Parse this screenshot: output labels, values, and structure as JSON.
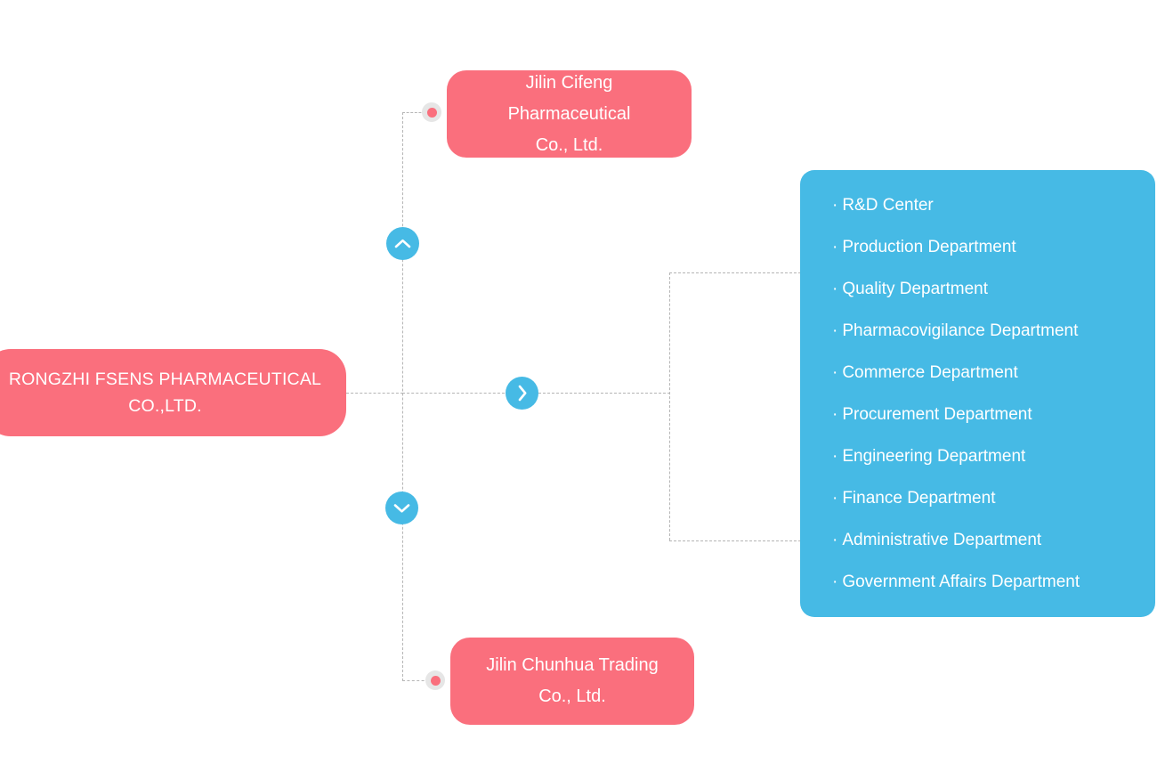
{
  "diagram": {
    "type": "organization-tree",
    "colors": {
      "node_pink": "#fa6f7d",
      "panel_blue": "#46bae5",
      "connector_gray": "#b5b5b5",
      "dot_ring_gray": "#e6e6e6",
      "node_text": "#ffffff"
    },
    "root": {
      "label": "RONGZHI FSENS PHARMACEUTICAL CO.,LTD.",
      "line1": "RONGZHI FSENS PHARMACEUTICAL",
      "line2": "CO.,LTD."
    },
    "subsidiaries": [
      {
        "label": "Jilin Cifeng Pharmaceutical Co., Ltd.",
        "line1": "Jilin Cifeng Pharmaceutical",
        "line2": "Co., Ltd."
      },
      {
        "label": "Jilin Chunhua Trading Co., Ltd.",
        "line1": "Jilin Chunhua Trading",
        "line2": "Co., Ltd."
      }
    ],
    "departments": {
      "bullet": "·",
      "items": [
        "R&D Center",
        "Production Department",
        "Quality Department",
        "Pharmacovigilance Department",
        "Commerce Department",
        "Procurement Department",
        "Engineering Department",
        "Finance Department",
        "Administrative Department",
        "Government Affairs Department"
      ]
    },
    "controls": [
      {
        "name": "collapse-up-toggle",
        "icon": "chevron-up-icon"
      },
      {
        "name": "expand-right-toggle",
        "icon": "chevron-right-icon"
      },
      {
        "name": "collapse-down-toggle",
        "icon": "chevron-down-icon"
      }
    ]
  }
}
